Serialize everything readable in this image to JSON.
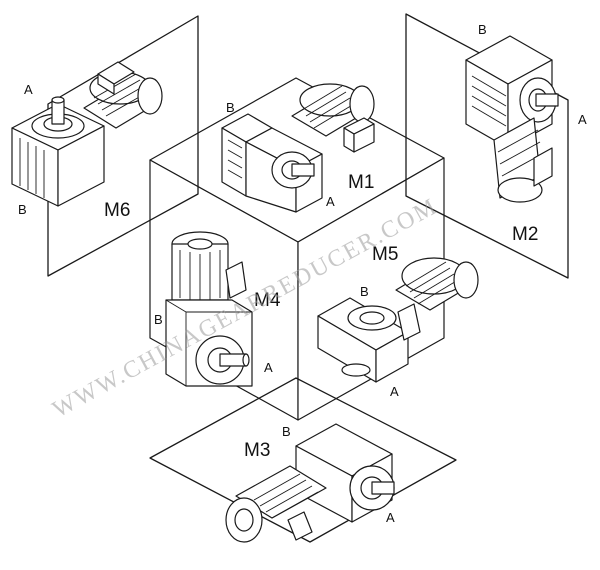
{
  "positions": {
    "m1": {
      "label": "M1",
      "side_a": "A",
      "side_b": "B"
    },
    "m2": {
      "label": "M2",
      "side_a": "A",
      "side_b": "B"
    },
    "m3": {
      "label": "M3",
      "side_a": "A",
      "side_b": "B"
    },
    "m4": {
      "label": "M4",
      "side_a": "A",
      "side_b": "B"
    },
    "m5": {
      "label": "M5",
      "side_a": "A",
      "side_b": "B"
    },
    "m6": {
      "label": "M6",
      "side_a": "A",
      "side_b": "B"
    }
  },
  "watermark": "WWW.CHINAGEARREDUCER.COM",
  "colors": {
    "line": "#1a1a1a",
    "background": "#ffffff",
    "watermark": "#9a9a9a"
  }
}
